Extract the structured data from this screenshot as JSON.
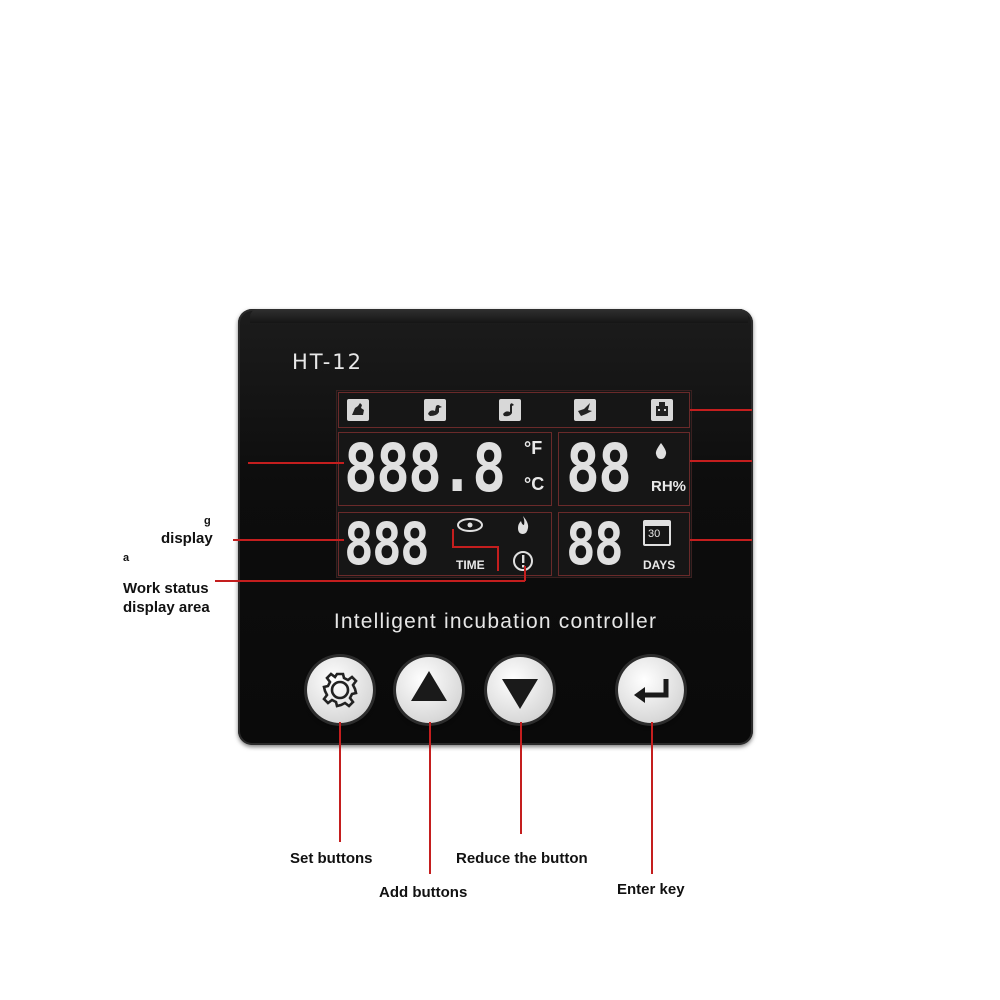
{
  "device": {
    "model": "HT-12",
    "subtitle": "Intelligent incubation controller"
  },
  "display": {
    "temperature": "888.8",
    "temp_unit_f": "°F",
    "temp_unit_c": "°C",
    "humidity": "88",
    "humidity_unit": "RH%",
    "time": "888",
    "time_label": "TIME",
    "days": "88",
    "days_label": "DAYS",
    "calendar_number": "30",
    "species_icons": [
      "chicken-icon",
      "duck-icon",
      "goose-icon",
      "bird-icon",
      "robot-icon"
    ]
  },
  "annotations": {
    "left_partial_1": "g",
    "left_partial_2": "display",
    "left_partial_3": "a",
    "work_status": [
      "Work status",
      "display area"
    ],
    "set_buttons": "Set buttons",
    "add_buttons": "Add buttons",
    "reduce_button": "Reduce the button",
    "enter_key": "Enter key"
  },
  "colors": {
    "leader_line": "#c41e1e",
    "lcd_segment": "#e0e0e0",
    "device_body": "#0d0d0d"
  }
}
